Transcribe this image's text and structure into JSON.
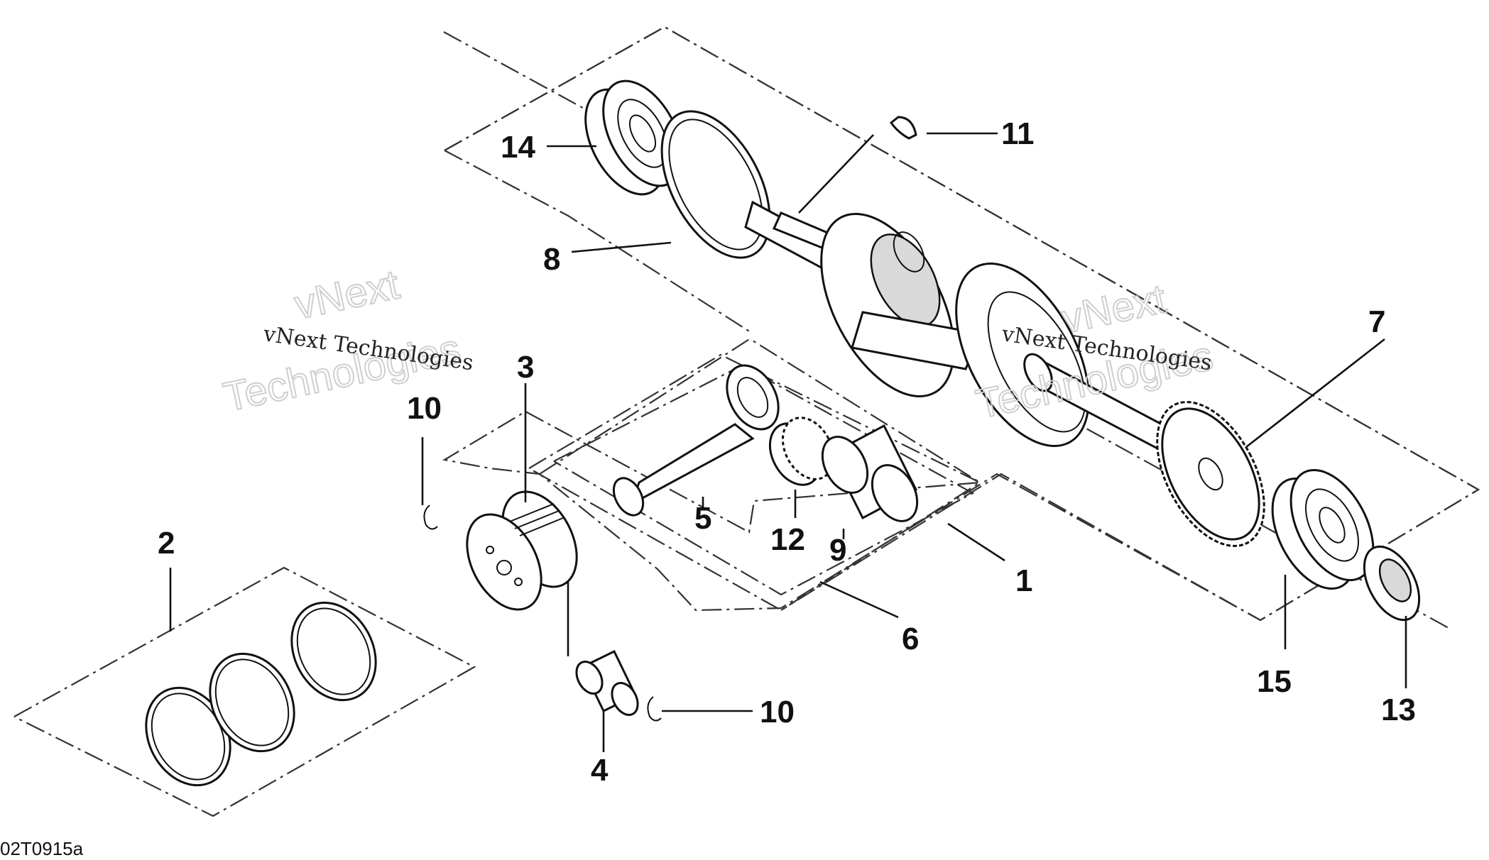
{
  "watermark": {
    "line_small_1": "vNext Technologies",
    "line_small_2": "vNext Technologies",
    "big_top_1": "vNext",
    "big_bottom_1": "Technologies",
    "big_top_2": "vNext",
    "big_bottom_2": "Technologies"
  },
  "diagram_code": "02T0915a",
  "callouts": {
    "c1": "1",
    "c2": "2",
    "c3": "3",
    "c4": "4",
    "c5": "5",
    "c6": "6",
    "c7": "7",
    "c8": "8",
    "c9": "9",
    "c10a": "10",
    "c10b": "10",
    "c11": "11",
    "c12": "12",
    "c13": "13",
    "c14": "14",
    "c15": "15"
  }
}
